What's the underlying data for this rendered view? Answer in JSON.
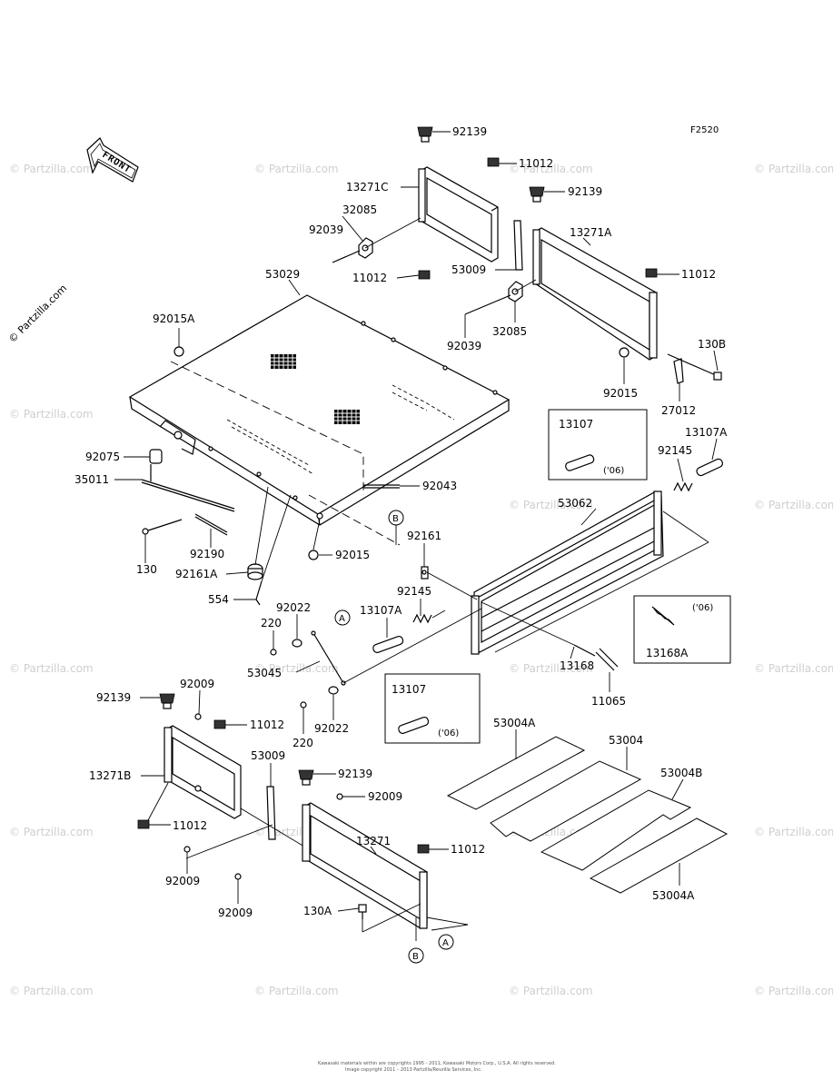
{
  "diagram_code": "F2520",
  "front_arrow_label": "FRONT",
  "watermark": "© Partzilla.com",
  "copyright_line_1": "Kawasaki materials within are copyrights 1995 - 2011, Kawasaki Motors Corp., U.S.A. All rights reserved.",
  "copyright_line_2": "Image copyright 2011 – 2013 Partzilla/Revzilla Services, Inc.",
  "callouts": [
    "A",
    "B"
  ],
  "year_note": "('06)",
  "labels": {
    "p92139_a": "92139",
    "p11012_a": "11012",
    "p13271C": "13271C",
    "p32085_a": "32085",
    "p92039_a": "92039",
    "p11012_b": "11012",
    "p53009_a": "53009",
    "p92139_b": "92139",
    "p13271A": "13271A",
    "p11012_c": "11012",
    "p32085_b": "32085",
    "p92039_b": "92039",
    "p130B": "130B",
    "p92015_a": "92015",
    "p27012": "27012",
    "p53029": "53029",
    "p92015A": "92015A",
    "p92075": "92075",
    "p35011": "35011",
    "p92043": "92043",
    "p130": "130",
    "p92190": "92190",
    "p92015_b": "92015",
    "p92161A": "92161A",
    "p554": "554",
    "p92161": "92161",
    "p13107_box1": "13107",
    "p13107A_a": "13107A",
    "p92145_a": "92145",
    "p53062": "53062",
    "p92022_a": "92022",
    "p220_a": "220",
    "p13107A_b": "13107A",
    "p92145_b": "92145",
    "p53045": "53045",
    "p13168A": "13168A",
    "p13168": "13168",
    "p11065": "11065",
    "p13107_box2": "13107",
    "p92022_b": "92022",
    "p220_b": "220",
    "p92139_c": "92139",
    "p92009_a": "92009",
    "p11012_d": "11012",
    "p13271B": "13271B",
    "p53009_b": "53009",
    "p11012_e": "11012",
    "p92139_d": "92139",
    "p92009_b": "92009",
    "p13271": "13271",
    "p11012_f": "11012",
    "p92009_c": "92009",
    "p92009_d": "92009",
    "p130A": "130A",
    "p53004A_a": "53004A",
    "p53004": "53004",
    "p53004B": "53004B",
    "p53004A_b": "53004A"
  }
}
